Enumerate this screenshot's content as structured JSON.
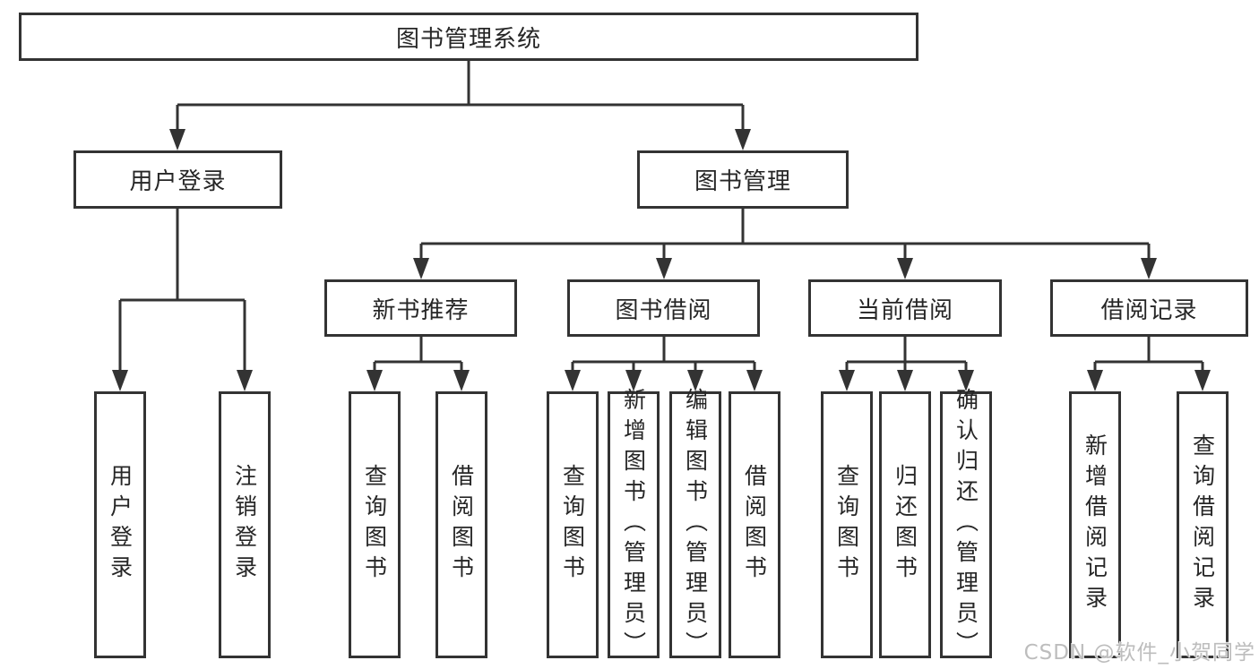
{
  "diagram": {
    "type": "tree",
    "root": {
      "label": "图书管理系统"
    },
    "level2": [
      {
        "label": "用户登录"
      },
      {
        "label": "图书管理"
      }
    ],
    "level3": [
      {
        "label": "新书推荐",
        "parent": "图书管理"
      },
      {
        "label": "图书借阅",
        "parent": "图书管理"
      },
      {
        "label": "当前借阅",
        "parent": "图书管理"
      },
      {
        "label": "借阅记录",
        "parent": "图书管理"
      }
    ],
    "leaves": [
      {
        "group": "用户登录",
        "label": "用户登录"
      },
      {
        "group": "用户登录",
        "label": "注销登录"
      },
      {
        "group": "新书推荐",
        "label": "查询图书"
      },
      {
        "group": "新书推荐",
        "label": "借阅图书"
      },
      {
        "group": "图书借阅",
        "label": "查询图书"
      },
      {
        "group": "图书借阅",
        "label": "新增图书（管理员）"
      },
      {
        "group": "图书借阅",
        "label": "编辑图书（管理员）"
      },
      {
        "group": "图书借阅",
        "label": "借阅图书"
      },
      {
        "group": "当前借阅",
        "label": "查询图书"
      },
      {
        "group": "当前借阅",
        "label": "归还图书"
      },
      {
        "group": "当前借阅",
        "label": "确认归还（管理员）"
      },
      {
        "group": "借阅记录",
        "label": "新增借阅记录"
      },
      {
        "group": "借阅记录",
        "label": "查询借阅记录"
      }
    ]
  },
  "watermark": {
    "text": "CSDN @软件_小贺同学"
  },
  "colors": {
    "line": "#333333",
    "text": "#262626",
    "background": "#ffffff",
    "watermark": "#bdbdbd"
  }
}
